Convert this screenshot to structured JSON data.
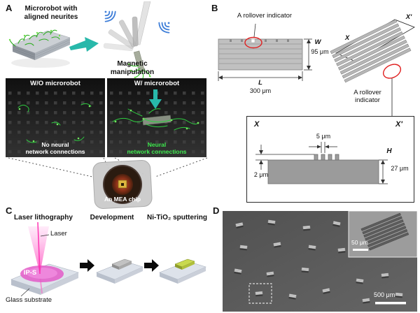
{
  "panel_a": {
    "label": "A",
    "robot_caption": "Microrobot with\naligned neurites",
    "magnetic_caption": "Magnetic\nmanipulation",
    "wo_panel": {
      "title": "W/O microrobot",
      "caption": "No neural\nnetwork connections"
    },
    "w_panel": {
      "title": "W/ microrobot",
      "caption": "Neural\nnetwork connections"
    },
    "mea_caption": "An MEA chip"
  },
  "panel_b": {
    "label": "B",
    "rollover_label_top": "A rollover indicator",
    "rollover_label_side": "A rollover\nindicator",
    "width_label": "W",
    "width_value": "95 μm",
    "length_label": "L",
    "length_value": "300 μm",
    "section_start": "X",
    "section_end": "X'",
    "cross_section": {
      "start": "X",
      "end": "X'",
      "tooth_width": "5 μm",
      "tooth_height": "2 μm",
      "height_label": "H",
      "height_value": "27 μm"
    }
  },
  "panel_c": {
    "label": "C",
    "step1_title": "Laser lithography",
    "step2_title": "Development",
    "step3_title": "Ni-TiO₂ sputtering",
    "laser_label": "Laser",
    "resist_label": "IP-S",
    "substrate_label": "Glass substrate"
  },
  "panel_d": {
    "label": "D",
    "inset_scale": "50 μm",
    "main_scale": "500 μm"
  },
  "colors": {
    "accent_teal": "#28b8aa",
    "neurite_green": "#2ecc40",
    "laser_magenta": "#ff2db0",
    "indicator_red": "#e02020"
  }
}
